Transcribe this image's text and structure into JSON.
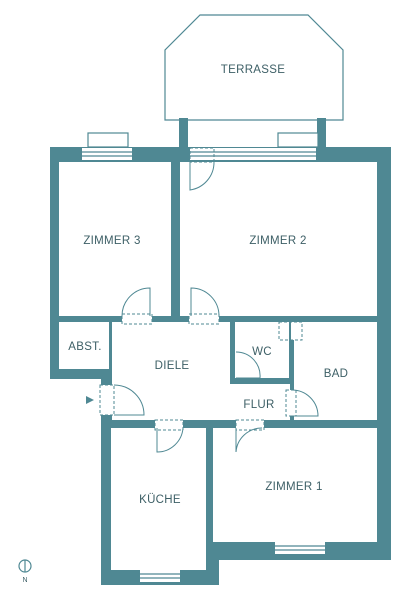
{
  "floorplan": {
    "rooms": {
      "terrasse": "TERRASSE",
      "zimmer3": "ZIMMER 3",
      "zimmer2": "ZIMMER 2",
      "abstellraum": "ABST.",
      "diele": "DIELE",
      "wc": "WC",
      "bad": "BAD",
      "flur": "FLUR",
      "kueche": "KÜCHE",
      "zimmer1": "ZIMMER 1"
    },
    "compass_label": "N"
  },
  "colors": {
    "wall": "#4f8893",
    "text": "#3d5f66",
    "background": "#ffffff"
  }
}
